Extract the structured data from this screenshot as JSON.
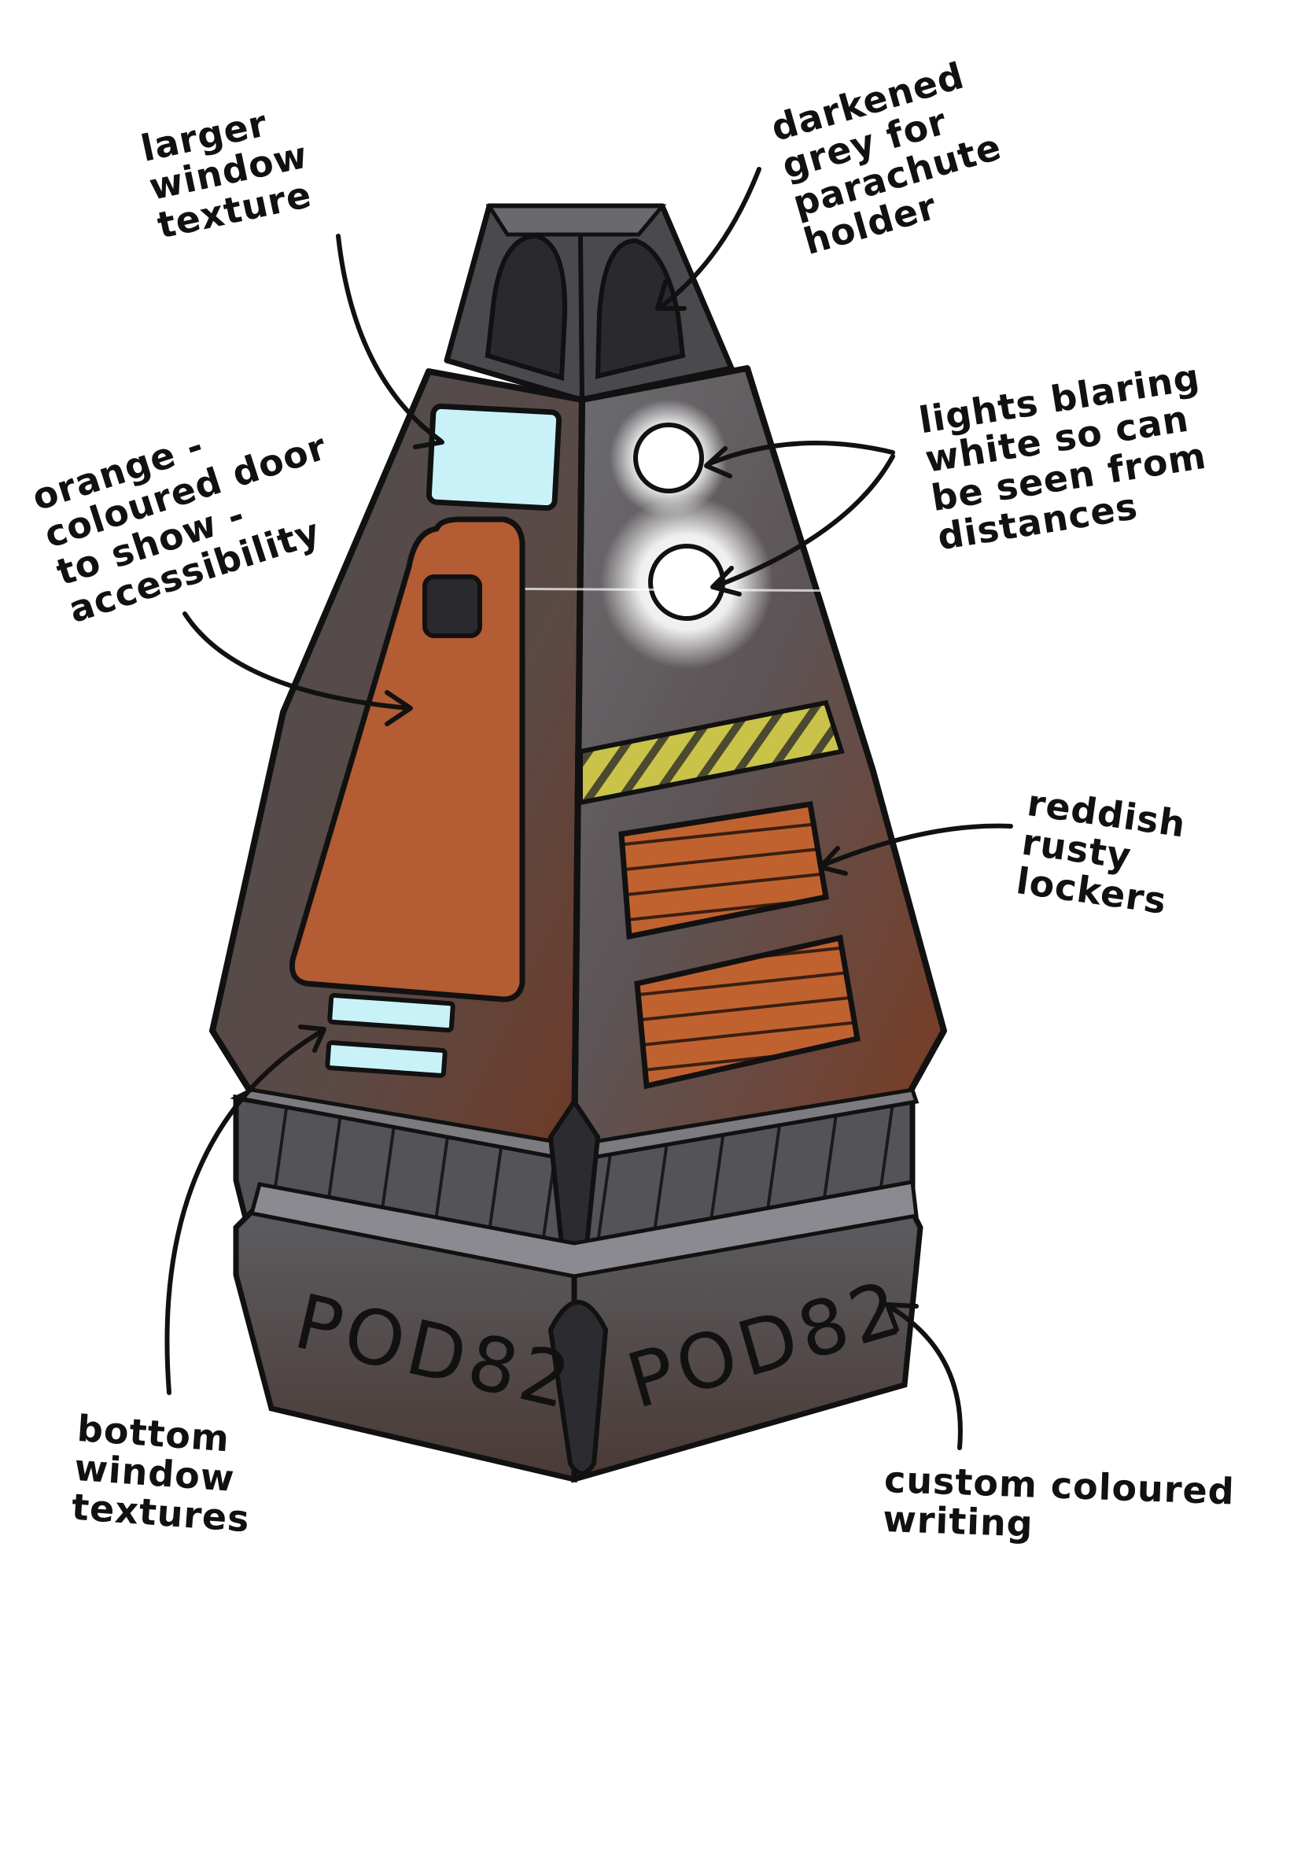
{
  "annotations": {
    "window": "larger\nwindow\ntexture",
    "parachute": "darkened\ngrey for\nparachute\nholder",
    "door": "orange -\ncoloured door\nto show -\naccessibility",
    "lights": "lights blaring\nwhite so can\nbe seen from\ndistances",
    "lockers": "reddish\nrusty\nlockers",
    "bottom_windows": "bottom\nwindow\ntextures",
    "writing": "custom coloured\nwriting"
  },
  "pod_label_left": "POD82",
  "pod_label_right": "POD82",
  "colors": {
    "metal_grey": "#5e5e62",
    "dark_grey": "#3a3a3e",
    "rust": "#7a3b22",
    "door_orange": "#b45c33",
    "locker_orange": "#c0622f",
    "window_blue": "#c9f2f8",
    "hazard_yellow": "#c9c34a",
    "light_white": "#ffffff",
    "outline": "#111111"
  }
}
